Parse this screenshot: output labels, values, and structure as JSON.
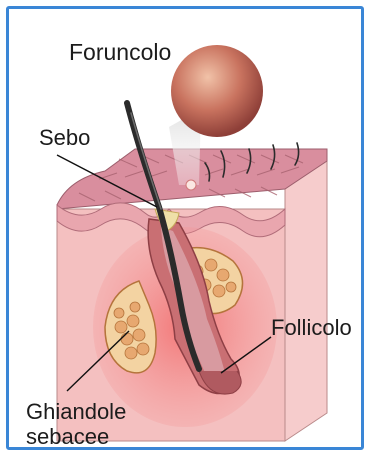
{
  "labels": {
    "title": "Foruncolo",
    "sebo": "Sebo",
    "follicolo": "Follicolo",
    "ghiandole": "Ghiandole\nsebacee"
  },
  "colors": {
    "frame": "#3a86d6",
    "skin_top": "#d98a9a",
    "skin_side": "#f7c9c9",
    "skin_front": "#f2b6b6",
    "inflammation": "#ef8a8a",
    "sebum": "#efe0a8",
    "hair": "#2b2b2b",
    "pimple": "#c9735f"
  }
}
